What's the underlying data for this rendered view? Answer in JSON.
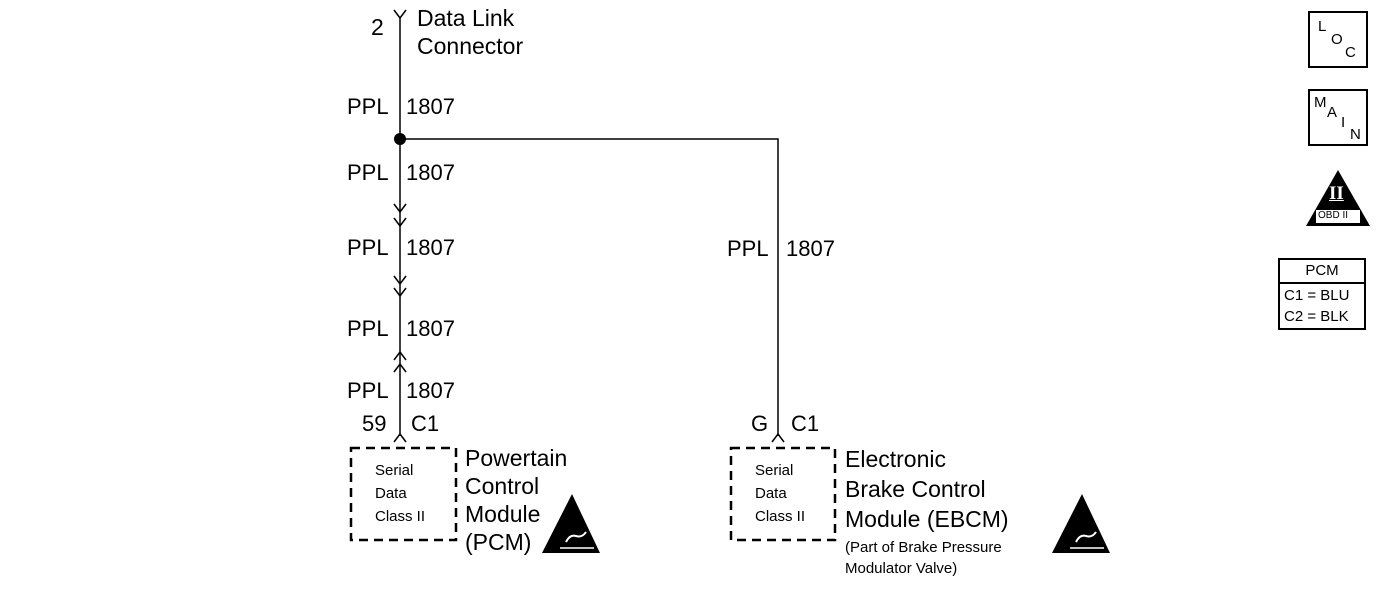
{
  "dlc": {
    "pin": "2",
    "name_line1": "Data Link",
    "name_line2": "Connector"
  },
  "wires": {
    "dlc_to_splice": {
      "color": "PPL",
      "circuit": "1807"
    },
    "seg1": {
      "color": "PPL",
      "circuit": "1807"
    },
    "seg2": {
      "color": "PPL",
      "circuit": "1807"
    },
    "seg3": {
      "color": "PPL",
      "circuit": "1807"
    },
    "seg4": {
      "color": "PPL",
      "circuit": "1807"
    },
    "ebcm_branch": {
      "color": "PPL",
      "circuit": "1807"
    }
  },
  "pcm": {
    "pin": "59",
    "connector": "C1",
    "inner_line1": "Serial",
    "inner_line2": "Data",
    "inner_line3": "Class II",
    "name_line1": "Powertain",
    "name_line2": "Control",
    "name_line3": "Module",
    "name_line4": "(PCM)"
  },
  "ebcm": {
    "pin": "G",
    "connector": "C1",
    "inner_line1": "Serial",
    "inner_line2": "Data",
    "inner_line3": "Class II",
    "name_line1": "Electronic",
    "name_line2": "Brake Control",
    "name_line3": "Module (EBCM)",
    "note_line1": "(Part of Brake Pressure",
    "note_line2": "Modulator Valve)"
  },
  "legend": {
    "loc": {
      "l1": "L",
      "l2": "O",
      "l3": "C"
    },
    "main": {
      "l1": "M",
      "l2": "A",
      "l3": "I",
      "l4": "N"
    },
    "obd": {
      "numeral": "II",
      "label": "OBD II"
    },
    "pcm_table": {
      "header": "PCM",
      "row1": "C1 = BLU",
      "row2": "C2 = BLK"
    }
  },
  "icons": [
    "esd-warning-icon",
    "obd-ii-icon"
  ]
}
